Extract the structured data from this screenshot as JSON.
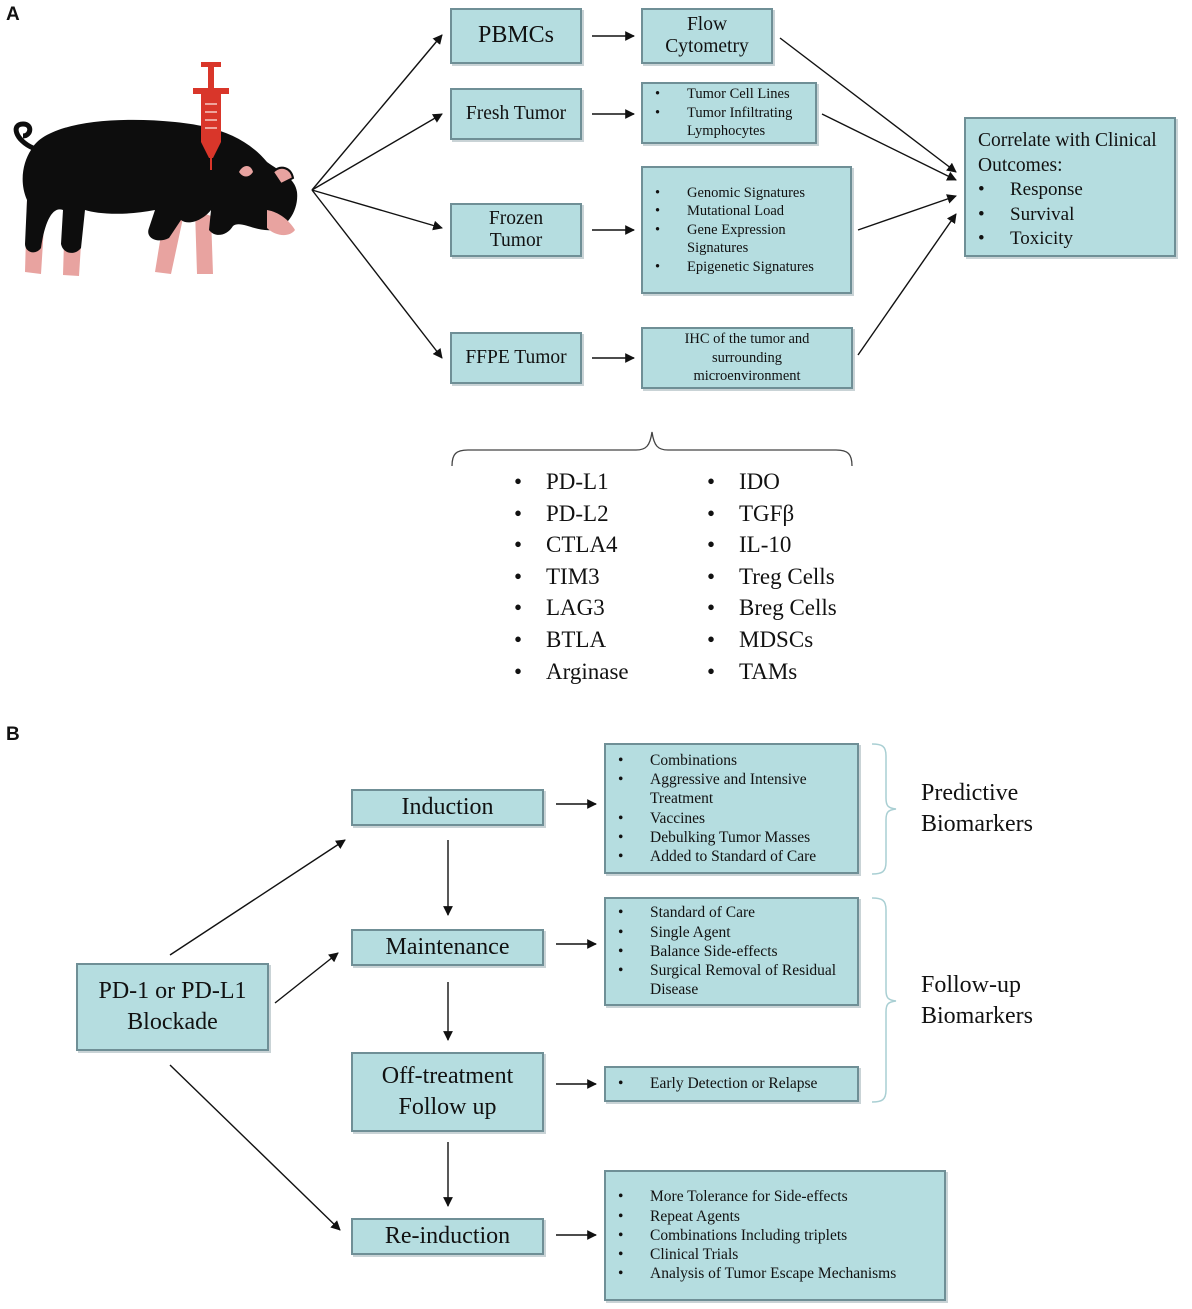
{
  "panel_a": {
    "letter": "A",
    "sources": {
      "pbmcs": "PBMCs",
      "fresh": "Fresh Tumor",
      "frozen": "Frozen Tumor",
      "ffpe": "FFPE Tumor"
    },
    "analyses": {
      "flow": "Flow Cytometry",
      "fresh_items": [
        "Tumor Cell Lines",
        "Tumor Infiltrating Lymphocytes"
      ],
      "frozen_items": [
        "Genomic Signatures",
        "Mutational Load",
        "Gene Expression Signatures",
        "Epigenetic Signatures"
      ],
      "ihc": "IHC of the tumor and surrounding microenvironment"
    },
    "correlate": {
      "title": "Correlate with Clinical Outcomes:",
      "items": [
        "Response",
        "Survival",
        "Toxicity"
      ]
    },
    "markers_left": [
      "PD-L1",
      "PD-L2",
      "CTLA4",
      "TIM3",
      "LAG3",
      "BTLA",
      "Arginase"
    ],
    "markers_right": [
      "IDO",
      "TGFβ",
      "IL-10",
      "Treg Cells",
      "Breg Cells",
      "MDSCs",
      "TAMs"
    ]
  },
  "panel_b": {
    "letter": "B",
    "blockade": "PD-1 or PD-L1 Blockade",
    "phases": {
      "induction": "Induction",
      "maintenance": "Maintenance",
      "off_treatment": "Off-treatment Follow up",
      "reinduction": "Re-induction"
    },
    "induction_items": [
      "Combinations",
      "Aggressive and Intensive Treatment",
      "Vaccines",
      "Debulking Tumor Masses",
      "Added to Standard of Care"
    ],
    "maintenance_items": [
      "Standard of Care",
      "Single Agent",
      "Balance Side-effects",
      "Surgical Removal of Residual Disease"
    ],
    "off_treatment_items": [
      "Early Detection or Relapse"
    ],
    "reinduction_items": [
      "More Tolerance for Side-effects",
      "Repeat Agents",
      "Combinations Including triplets",
      "Clinical Trials",
      "Analysis of Tumor Escape Mechanisms"
    ],
    "predictive_label": "Predictive Biomarkers",
    "followup_label": "Follow-up Biomarkers"
  },
  "colors": {
    "box_fill": "#b5dde0",
    "box_border": "#6f8f96",
    "pig_body": "#0d0d0d",
    "pig_skin": "#e8a3a0",
    "syringe": "#d9362a",
    "bracket": "#a9cfd3"
  }
}
